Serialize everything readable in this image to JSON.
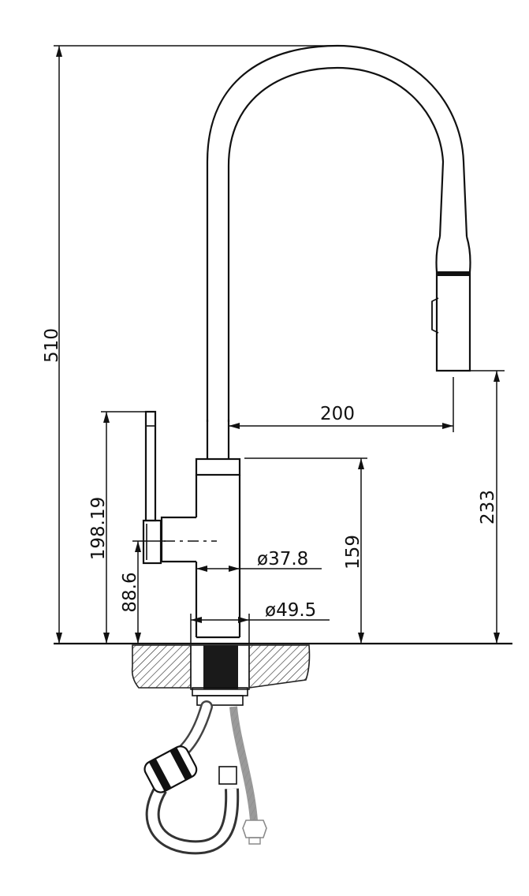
{
  "drawing": {
    "dimensions": {
      "total_height": "510",
      "reach": "200",
      "spout_clearance": "233",
      "lever_height": "198.19",
      "lever_axis_height": "88.6",
      "body_height": "159",
      "upper_diameter": "ø37.8",
      "base_diameter": "ø49.5"
    }
  }
}
